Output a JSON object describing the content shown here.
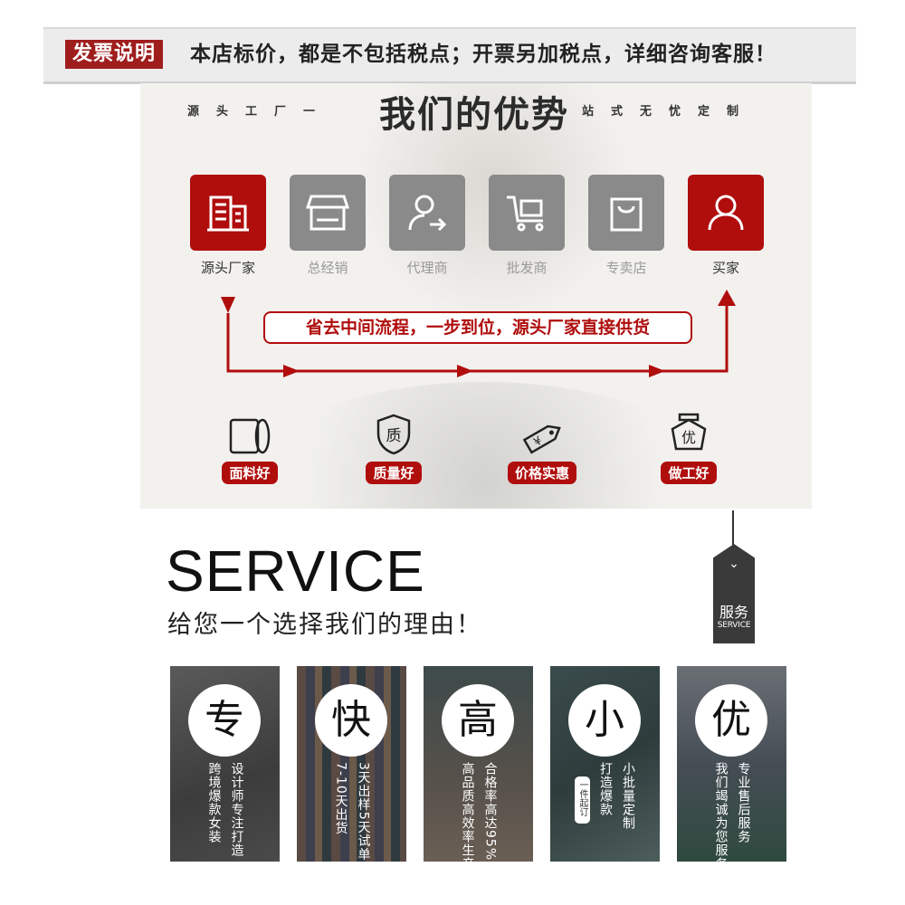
{
  "invoice": {
    "tag": "发票说明",
    "text": "本店标价，都是不包括税点；开票另加税点，详细咨询客服！"
  },
  "advantage": {
    "subtitle_left": "源头工厂一",
    "title": "我们的优势",
    "subtitle_right": "站式无忧定制",
    "chain": [
      {
        "label": "源头厂家",
        "icon": "building-icon",
        "highlight": true
      },
      {
        "label": "总经销",
        "icon": "storefront-icon",
        "highlight": false
      },
      {
        "label": "代理商",
        "icon": "agent-person-icon",
        "highlight": false
      },
      {
        "label": "批发商",
        "icon": "cart-icon",
        "highlight": false
      },
      {
        "label": "专卖店",
        "icon": "shopping-bag-icon",
        "highlight": false
      },
      {
        "label": "买家",
        "icon": "person-icon",
        "highlight": true
      }
    ],
    "slogan": "省去中间流程，一步到位，源头厂家直接供货",
    "features": [
      {
        "label": "面料好",
        "icon": "fabric-roll-icon"
      },
      {
        "label": "质量好",
        "icon": "quality-shield-icon"
      },
      {
        "label": "价格实惠",
        "icon": "price-tag-icon"
      },
      {
        "label": "做工好",
        "icon": "excellent-badge-icon"
      }
    ],
    "accent_color": "#b00d0d"
  },
  "service": {
    "title": "SERVICE",
    "subtitle": "给您一个选择我们的理由！",
    "tag_cn": "服务",
    "tag_en": "SERVICE",
    "cards": [
      {
        "char": "专",
        "line1": "跨境爆款女装",
        "line2": "设计师专注打造",
        "stamp": ""
      },
      {
        "char": "快",
        "line1": "7-10天出货",
        "line2": "3天出样5天试单",
        "stamp": ""
      },
      {
        "char": "高",
        "line1": "高品质高效率生产",
        "line2": "合格率高达95%",
        "stamp": ""
      },
      {
        "char": "小",
        "line1": "小批量定制",
        "line2": "打造爆款",
        "stamp": "一件起订"
      },
      {
        "char": "优",
        "line1": "我们竭诚为您服务",
        "line2": "专业售后服务",
        "stamp": ""
      }
    ]
  }
}
